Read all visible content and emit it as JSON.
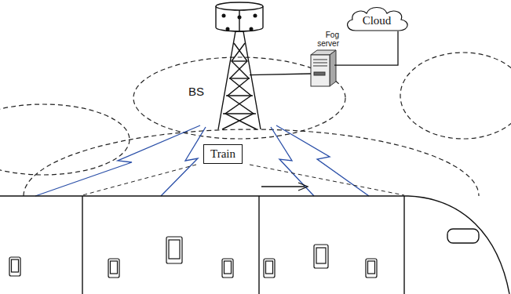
{
  "diagram": {
    "nodes": [
      {
        "text": [
          "Cloud"
        ]
      },
      {
        "text": [
          "BS"
        ]
      },
      {
        "text": [
          "Fog server"
        ]
      },
      {
        "text": [
          "Train"
        ]
      }
    ],
    "edges": [
      {
        "from": 1,
        "to": 2,
        "arrow": "none"
      },
      {
        "from": 2,
        "to": 0,
        "arrow": "none"
      }
    ]
  }
}
